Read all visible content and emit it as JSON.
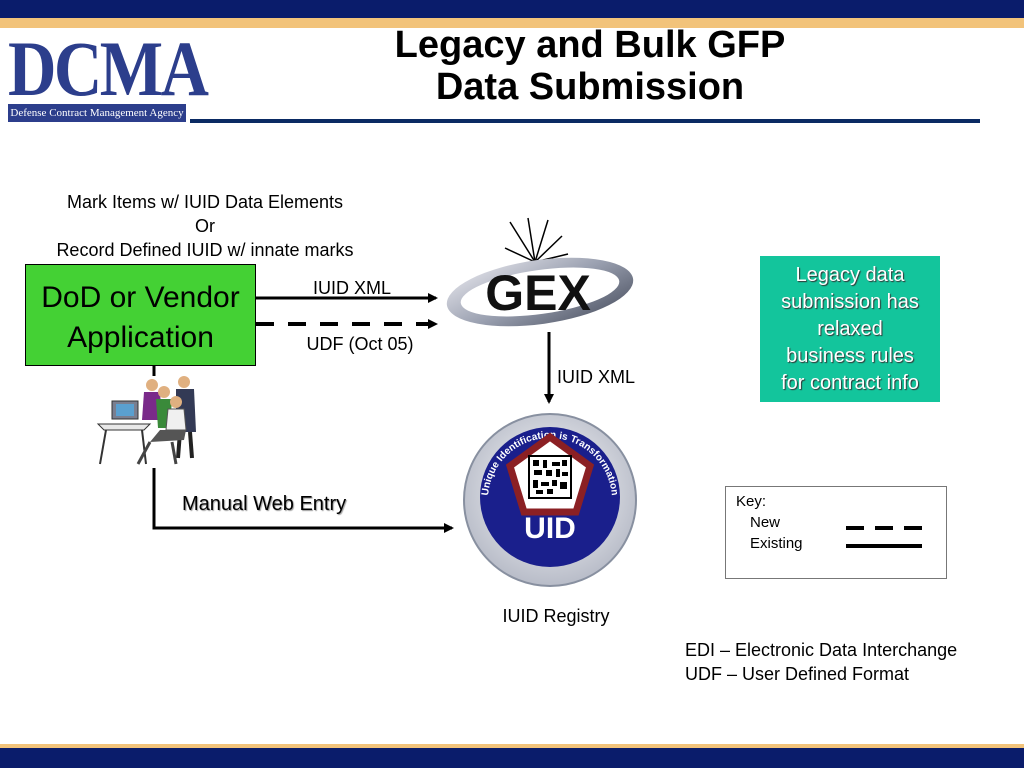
{
  "slide": {
    "title_line1": "Legacy and Bulk GFP",
    "title_line2": "Data Submission"
  },
  "logo": {
    "text": "DCMA",
    "subtitle": "Defense Contract Management Agency"
  },
  "diagram": {
    "mark_line1": "Mark Items w/ IUID Data Elements",
    "mark_line2": "Or",
    "mark_line3": "Record Defined IUID w/ innate marks",
    "app_line1": "DoD or Vendor",
    "app_line2": "Application",
    "edge_iuid_xml_1": "IUID XML",
    "edge_udf": "UDF (Oct 05)",
    "edge_iuid_xml_2": "IUID XML",
    "edge_manual": "Manual Web Entry",
    "gex_logo": "GEX",
    "uid_logo": "UID",
    "uid_ring_text": "Unique Identification is Transformation",
    "registry_label": "IUID Registry",
    "legacy_line1": "Legacy data",
    "legacy_line2": "submission has",
    "legacy_line3": "relaxed",
    "legacy_line4": "business rules",
    "legacy_line5": "for contract info"
  },
  "key": {
    "title": "Key:",
    "new": "New",
    "existing": "Existing"
  },
  "definitions": {
    "edi": "EDI – Electronic Data Interchange",
    "udf": "UDF – User Defined Format"
  },
  "colors": {
    "navy": "#0a1c6b",
    "gold": "#f2c37a",
    "app_green": "#44d134",
    "legacy_teal": "#13c59c"
  }
}
